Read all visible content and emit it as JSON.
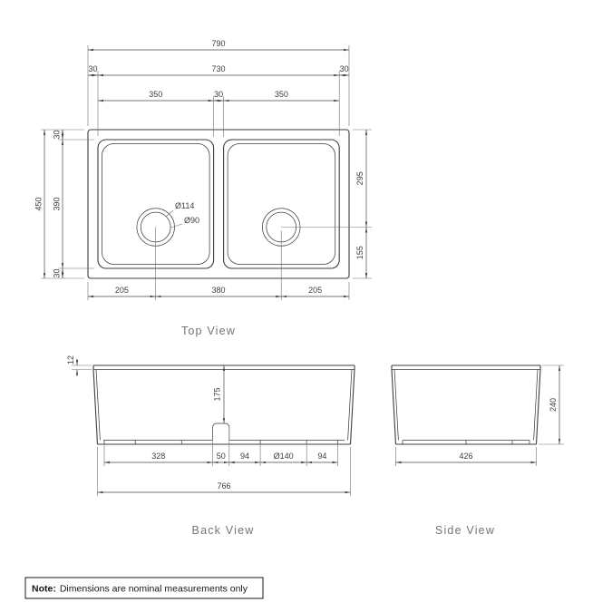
{
  "views": {
    "top": {
      "label": "Top View",
      "dim_overall_w": "790",
      "dim_margin_l": "30",
      "dim_inner_w": "730",
      "dim_margin_r": "30",
      "dim_bowl_l": "350",
      "dim_divider": "30",
      "dim_bowl_r": "350",
      "dim_margin_t": "30",
      "dim_bowl_depth": "390",
      "dim_margin_b": "30",
      "dim_overall_h": "450",
      "dim_drain_from_back": "295",
      "dim_drain_from_front": "155",
      "dim_bottom_l": "205",
      "dim_bottom_c": "380",
      "dim_bottom_r": "205",
      "label_drain_outer": "Ø114",
      "label_drain_inner": "Ø90"
    },
    "back": {
      "label": "Back View",
      "dim_rim": "12",
      "dim_depth": "175",
      "dim_seg1": "328",
      "dim_seg2": "50",
      "dim_seg3": "94",
      "dim_drain": "Ø140",
      "dim_seg4": "94",
      "dim_base": "766"
    },
    "side": {
      "label": "Side View",
      "dim_height": "240",
      "dim_base": "426"
    }
  },
  "note": {
    "prefix": "Note:",
    "text": "Dimensions are nominal measurements only"
  }
}
